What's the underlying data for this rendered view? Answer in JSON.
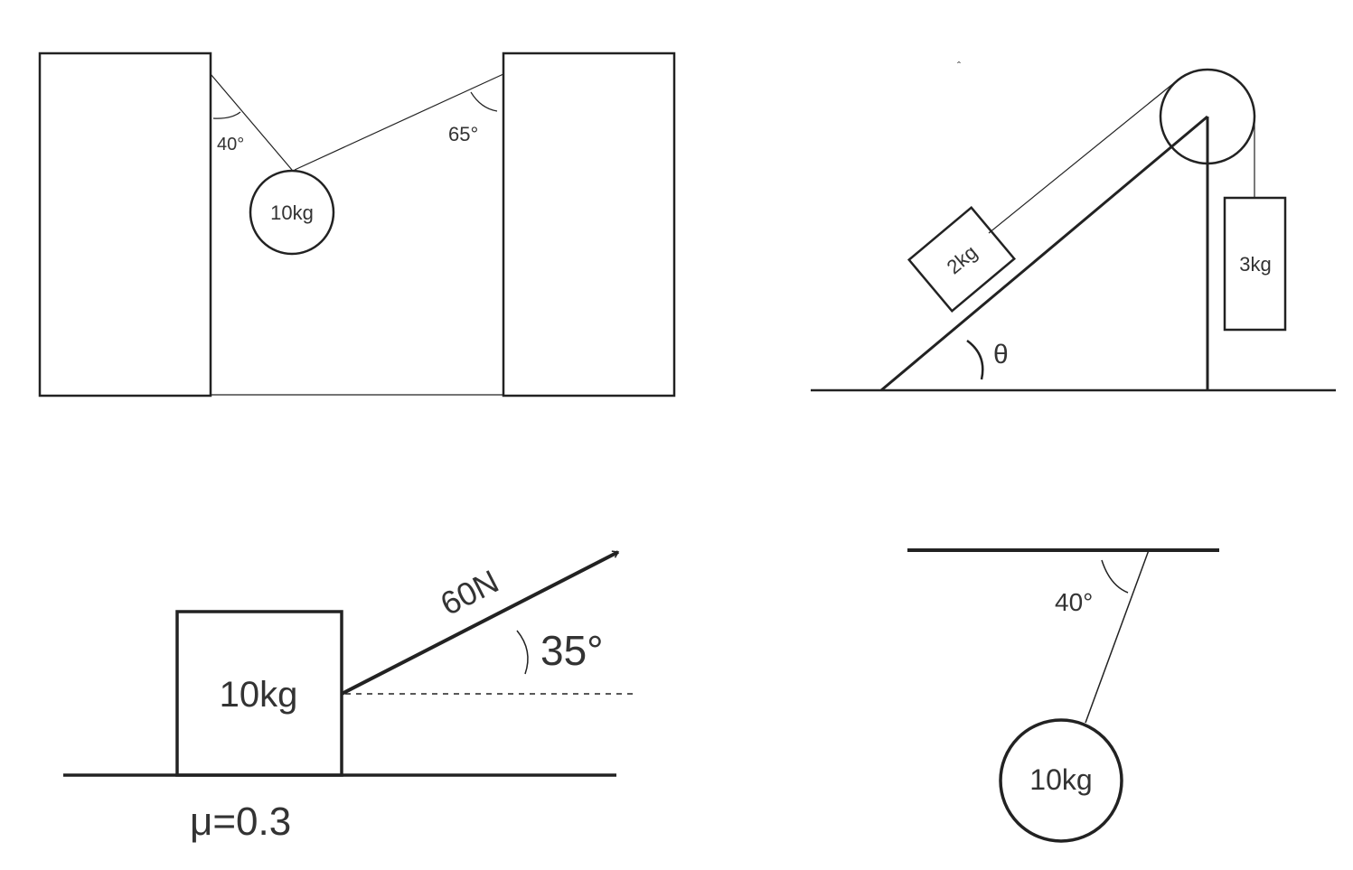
{
  "colors": {
    "ink": "#222222",
    "text": "#333333",
    "background": "#ffffff"
  },
  "diagram1": {
    "angle_left_label": "40°",
    "angle_right_label": "65°",
    "mass_label": "10kg"
  },
  "diagram2": {
    "block_on_incline_label": "2kg",
    "hanging_block_label": "3kg",
    "incline_angle_label": "θ"
  },
  "diagram3": {
    "block_label": "10kg",
    "force_label": "60N",
    "force_angle_label": "35°",
    "friction_label": "μ=0.3"
  },
  "diagram4": {
    "angle_label": "40°",
    "mass_label": "10kg"
  }
}
